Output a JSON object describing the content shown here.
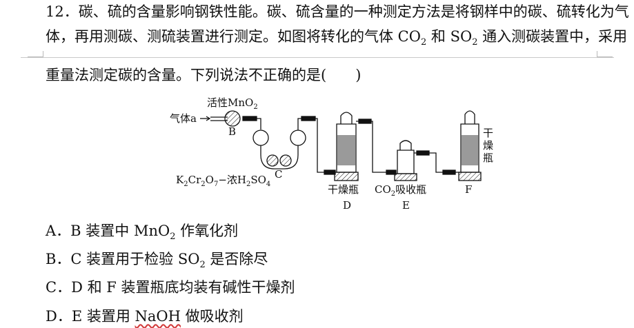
{
  "question": {
    "number": "12",
    "line1": "．碳、硫的含量影响钢铁性能。碳、硫含量的一种测定方法是将钢样中的碳、硫转化为气",
    "line2_a": "体，再用测碳、测硫装置进行测定。如图将转化的气体 CO",
    "line2_sub1": "2",
    "line2_b": " 和 SO",
    "line2_sub2": "2",
    "line2_c": " 通入测碳装置中，采用",
    "line3": "重量法测定碳的含量。下列说法不正确的是(　　)"
  },
  "diagram": {
    "label_mno2_a": "活性MnO",
    "label_mno2_sub": "2",
    "label_gas": "气体a",
    "label_B": "B",
    "label_reagent_a": "K",
    "label_reagent_s1": "2",
    "label_reagent_b": "Cr",
    "label_reagent_s2": "2",
    "label_reagent_c": "O",
    "label_reagent_s3": "7",
    "label_reagent_d": "−浓H",
    "label_reagent_s4": "2",
    "label_reagent_e": "SO",
    "label_reagent_s5": "4",
    "label_C": "C",
    "label_D_name": "干燥瓶",
    "label_D": "D",
    "label_E_name_a": "CO",
    "label_E_name_sub": "2",
    "label_E_name_b": "吸收瓶",
    "label_E": "E",
    "label_F": "F",
    "label_F_name_1": "干",
    "label_F_name_2": "燥",
    "label_F_name_3": "瓶"
  },
  "options": {
    "A_prefix": "A．B 装置中 MnO",
    "A_sub": "2",
    "A_suffix": " 作氧化剂",
    "B_prefix": "B．C 装置用于检验 SO",
    "B_sub": "2",
    "B_suffix": " 是否除尽",
    "C_text": "C．D 和 F 装置瓶底均装有碱性干燥剂",
    "D_prefix": "D．E 装置用 ",
    "D_naoh": "NaOH",
    "D_suffix": " 做吸收剂"
  }
}
